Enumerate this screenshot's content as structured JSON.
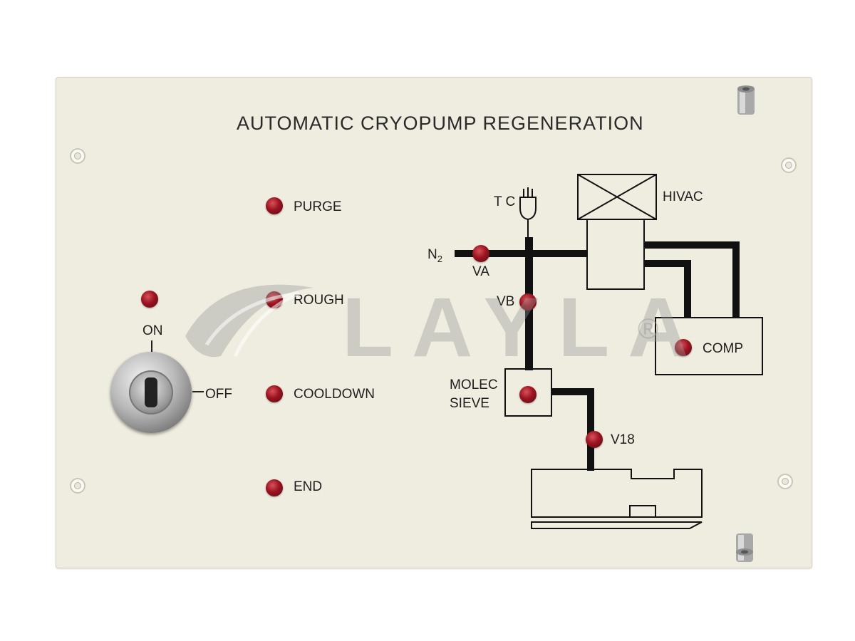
{
  "panel": {
    "title": "AUTOMATIC CRYOPUMP REGENERATION"
  },
  "status_lights": [
    {
      "label": "PURGE"
    },
    {
      "label": "ROUGH"
    },
    {
      "label": "COOLDOWN"
    },
    {
      "label": "END"
    }
  ],
  "key_switch": {
    "on_label": "ON",
    "off_label": "OFF"
  },
  "diagram": {
    "n2_label": "N",
    "n2_subscript": "2",
    "tc_label": "T C",
    "hivac_label": "HIVAC",
    "va_label": "VA",
    "vb_label": "VB",
    "comp_label": "COMP",
    "molec_label": "MOLEC",
    "sieve_label": "SIEVE",
    "v18_label": "V18"
  },
  "watermark": {
    "text": "LAYLA",
    "registered": "®"
  },
  "colors": {
    "panel": "#efede0",
    "led": "#9a1420",
    "line": "#111111"
  }
}
